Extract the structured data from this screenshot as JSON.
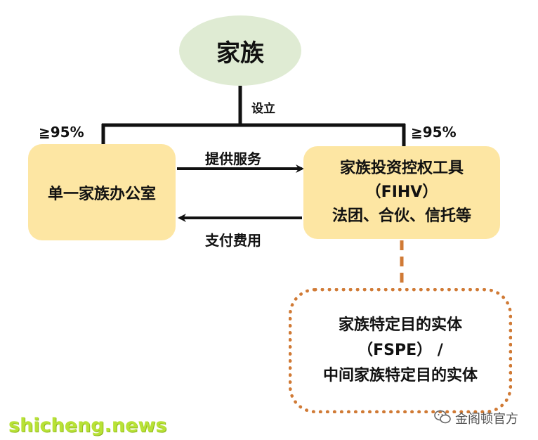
{
  "nodes": {
    "family": "家族",
    "single_family_office": "单一家族办公室",
    "fihv": [
      "家族投资控权工具",
      "（FIHV）",
      "法团、合伙、信托等"
    ],
    "fspe": [
      "家族特定目的实体",
      "（FSPE）  /",
      "中间家族特定目的实体"
    ]
  },
  "edges": {
    "establish": "设立",
    "left_share": "≧95%",
    "right_share": "≧95%",
    "provide_service": "提供服务",
    "pay_fee": "支付费用"
  },
  "watermark": {
    "site": "shicheng.news",
    "account": "金阁顿官方"
  },
  "colors": {
    "ellipse": "#dfebd3",
    "box": "#fde6a3",
    "dotted": "#d07a35"
  }
}
